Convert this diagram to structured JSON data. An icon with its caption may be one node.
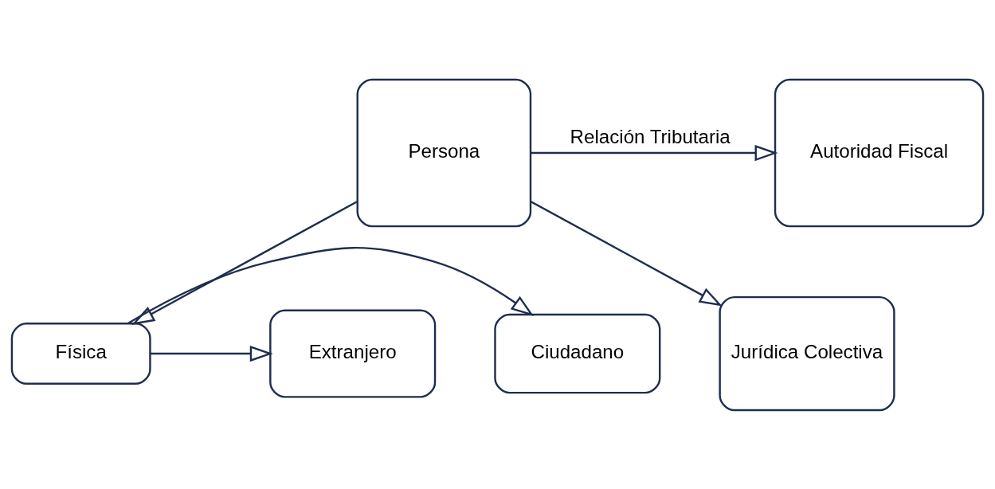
{
  "diagram": {
    "nodes": [
      {
        "text": [
          "Ciudadano"
        ]
      },
      {
        "text": [
          "Física"
        ]
      },
      {
        "text": [
          "Extranjero"
        ]
      },
      {
        "text": [
          "Persona"
        ]
      },
      {
        "text": [
          "Autoridad Fiscal"
        ]
      },
      {
        "text": [
          "Jurídica Colectiva"
        ]
      }
    ],
    "edges": [
      {
        "from": 1,
        "to": 0,
        "arrow": "to"
      },
      {
        "from": 1,
        "to": 2,
        "arrow": "to"
      },
      {
        "from": 3,
        "to": 1,
        "arrow": "to"
      },
      {
        "from": 3,
        "to": 4,
        "arrow": "to",
        "label": "Relación Tributaria"
      },
      {
        "from": 3,
        "to": 5,
        "arrow": "to"
      }
    ]
  }
}
